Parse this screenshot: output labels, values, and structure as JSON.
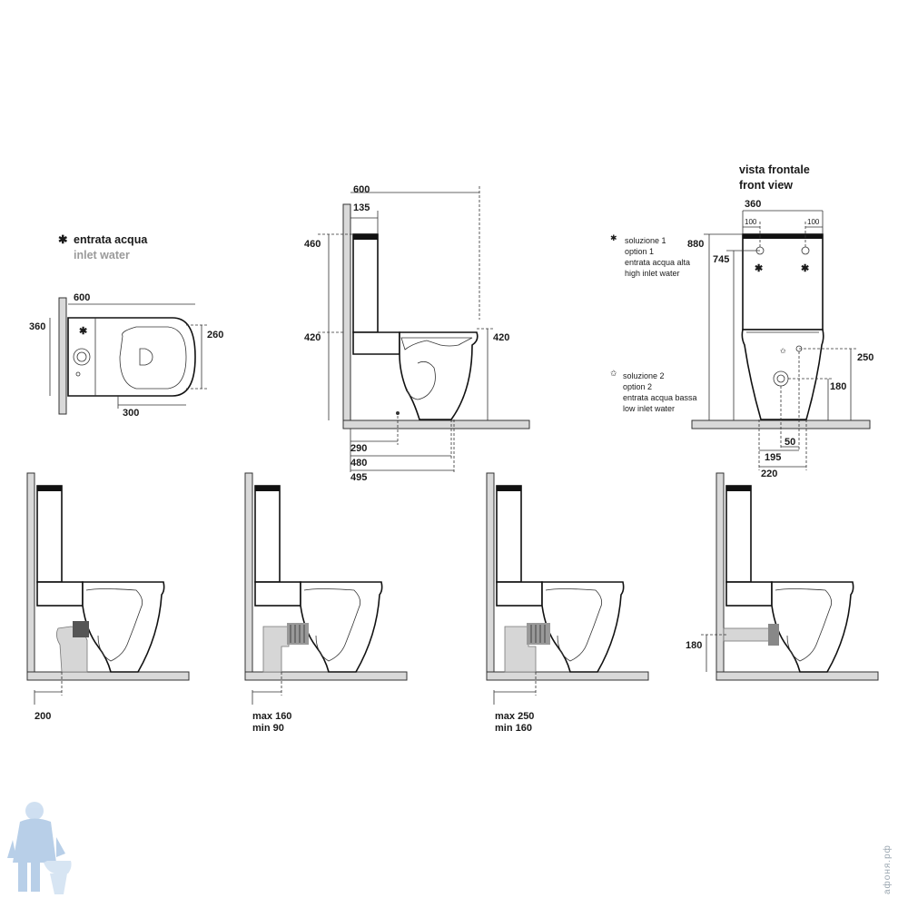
{
  "legend_water": {
    "label_it": "entrata acqua",
    "label_en": "inlet water"
  },
  "top_view": {
    "dim_width": "600",
    "dim_height": "360",
    "dim_right": "260",
    "dim_bottom": "300"
  },
  "side_view": {
    "dim_width": "600",
    "dim_tank": "135",
    "dim_upper": "460",
    "dim_lower": "420",
    "dim_seat": "420",
    "dim_a": "290",
    "dim_b": "480",
    "dim_c": "495"
  },
  "front_view": {
    "title_it": "vista frontale",
    "title_en": "front view",
    "dim_width": "360",
    "dim_left100": "100",
    "dim_right100": "100",
    "dim_total": "880",
    "dim_inlet": "745",
    "dim_250": "250",
    "dim_180": "180",
    "dim_50": "50",
    "dim_195": "195",
    "dim_220": "220",
    "option1": {
      "line1": "soluzione 1",
      "line2": "option 1",
      "line3": "entrata acqua alta",
      "line4": "high inlet water"
    },
    "option2": {
      "line1": "soluzione 2",
      "line2": "option 2",
      "line3": "entrata acqua bassa",
      "line4": "low inlet water"
    }
  },
  "variants": [
    {
      "line1": "200",
      "line2": ""
    },
    {
      "line1": "max 160",
      "line2": "min  90"
    },
    {
      "line1": "max 250",
      "line2": "min  160"
    },
    {
      "side_dim": "180"
    }
  ],
  "watermark": "афоня.рф",
  "icons": {
    "plumber": "plumber-mascot-icon",
    "star": "asterisk-icon",
    "open_star": "open-star-icon"
  }
}
